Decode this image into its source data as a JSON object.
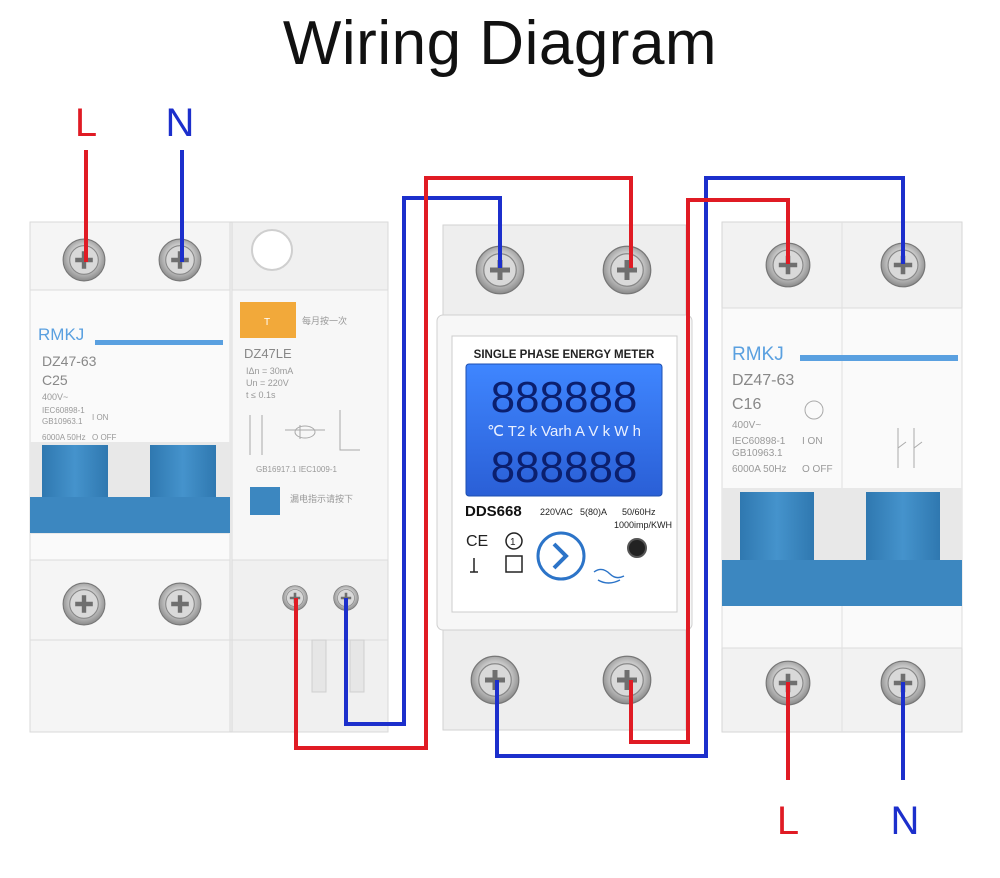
{
  "title": "Wiring Diagram",
  "labels": {
    "input_L": "L",
    "input_N": "N",
    "output_L": "L",
    "output_N": "N"
  },
  "colors": {
    "live": "#e01b24",
    "neutral": "#1c2fcc",
    "breaker_handle": "#3c87c0",
    "lcd": "#2f6fe8"
  },
  "rcbo": {
    "brand": "RMKJ",
    "model": "DZ47-63",
    "rating": "C25",
    "voltage": "400V~",
    "standard1": "IEC60898-1",
    "standard2": "GB10963.1",
    "breaking": "6000A 50Hz",
    "on": "I ON",
    "off": "O OFF",
    "rcd_model": "DZ47LE",
    "rcd_current": "IΔn = 30mA",
    "rcd_voltage": "Un = 220V",
    "rcd_time": "t ≤ 0.1s",
    "rcd_standard": "GB16917.1  IEC1009-1",
    "test_note": "每月按一次",
    "indicator_note": "漏电指示请按下",
    "test_button": "T"
  },
  "meter": {
    "header": "SINGLE PHASE ENERGY METER",
    "digits_top": "888888",
    "units_row": "℃ T2 k Varh A V k W h",
    "digits_bottom": "888888",
    "model": "DDS668",
    "voltage": "220VAC",
    "current": "5(80)A",
    "frequency": "50/60Hz",
    "constant": "1000imp/KWH",
    "ce": "CE",
    "one": "1"
  },
  "mcb": {
    "brand": "RMKJ",
    "model": "DZ47-63",
    "rating": "C16",
    "voltage": "400V~",
    "standard1": "IEC60898-1",
    "standard2": "GB10963.1",
    "breaking": "6000A 50Hz",
    "on": "I ON",
    "off": "O OFF"
  }
}
